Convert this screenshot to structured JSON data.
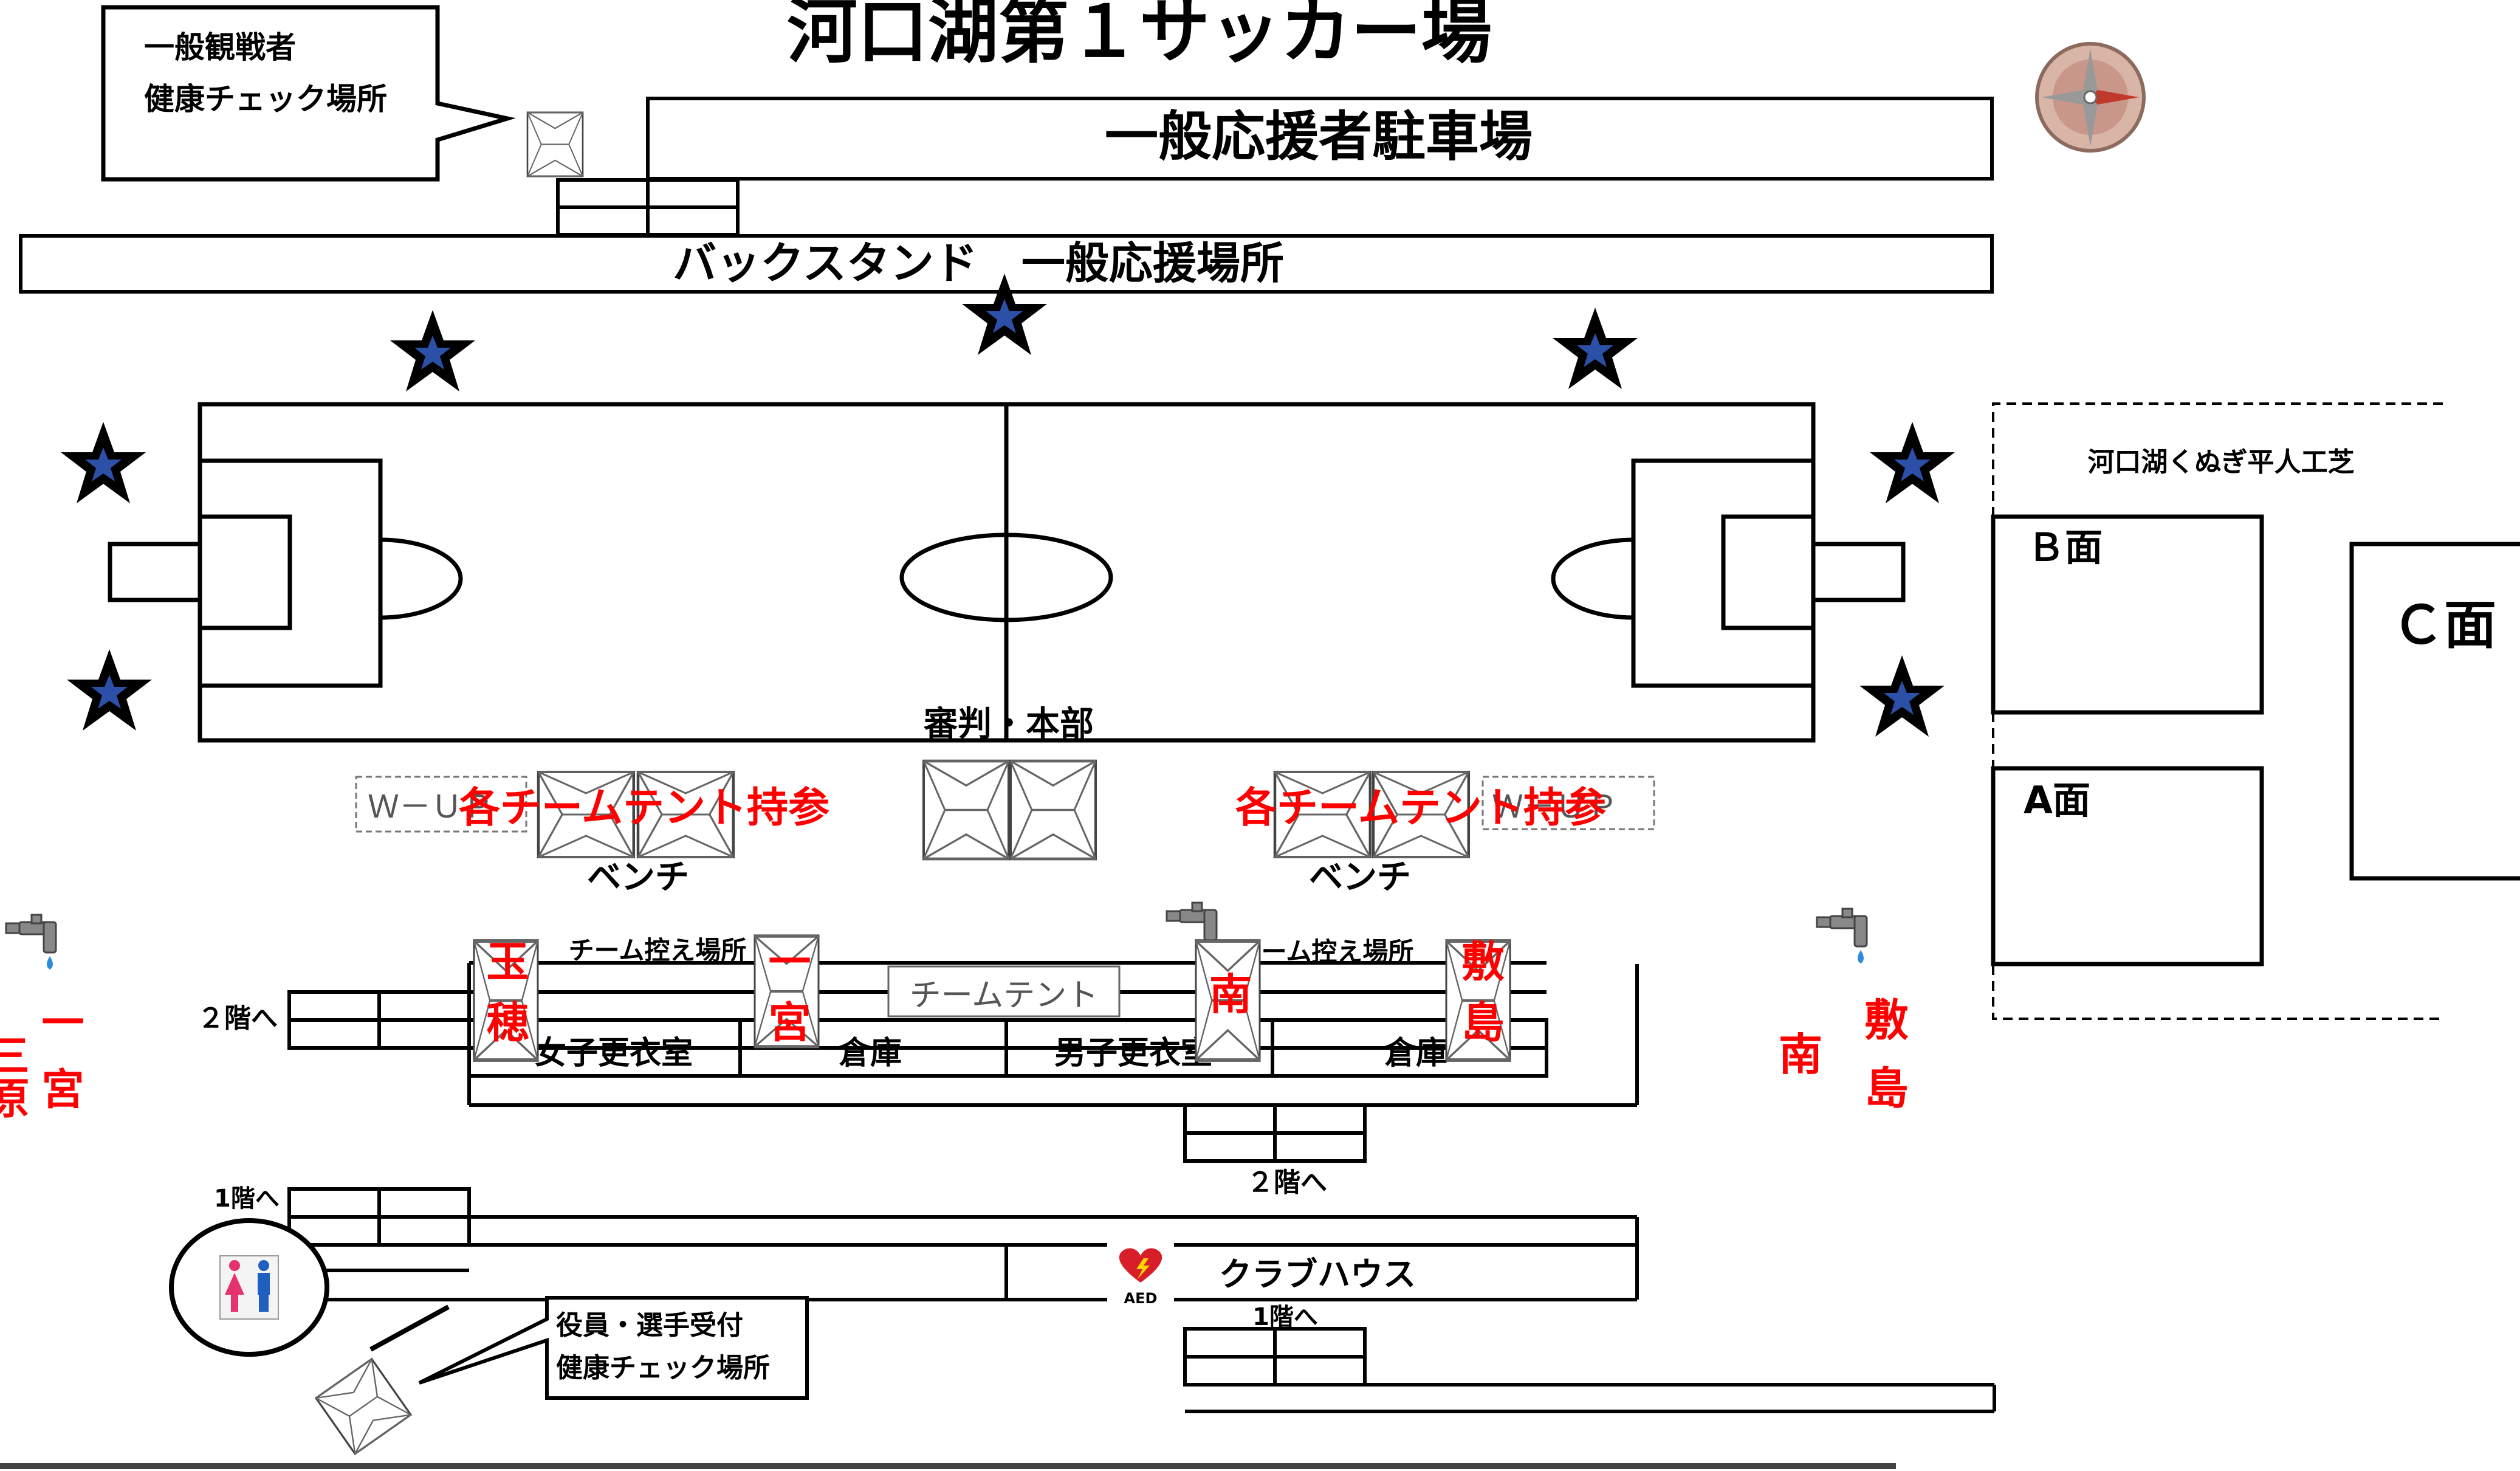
{
  "title": "河口湖第１サッカー場",
  "parking": "一般応援者駐車場",
  "backstand": "バックスタンド　一般応援場所",
  "spectator_check": [
    "一般観戦者",
    "健康チェック場所"
  ],
  "referee_hq": "審判・本部",
  "team_tent_note": "各チームテント持参",
  "wup_label": "Ｗ－ＵＰ",
  "bench": "ベンチ",
  "waiting_area": "チーム控え場所",
  "team_tent": "チームテント",
  "rooms": {
    "women_locker": "女子更衣室",
    "storage": "倉庫",
    "men_locker": "男子更衣室"
  },
  "stairs": {
    "to_2f": "２階へ",
    "to_1f": "1階へ"
  },
  "clubhouse": "クラブハウス",
  "aed": "AED",
  "officials_check": [
    "役員・選手受付",
    "健康チェック場所"
  ],
  "turf_area": "河口湖くぬぎ平人工芝",
  "fields": {
    "b": "Ｂ面",
    "a": "A面",
    "c": "Ｃ面"
  },
  "teams": {
    "tamaho": "玉穂",
    "ichinomiya": "一宮",
    "minami": "南",
    "shikishima": "敷島",
    "left_edge_a": "三原",
    "left_edge_b": "一宮"
  },
  "colors": {
    "line": "#000000",
    "team_text": "#ff0000",
    "star_fill": "#1f3a93",
    "star_outline": "#000000",
    "compass": "#c0392b"
  },
  "icons": [
    "compass-icon",
    "star-icon",
    "water-faucet-icon",
    "restroom-icon",
    "aed-icon",
    "tent-icon"
  ]
}
